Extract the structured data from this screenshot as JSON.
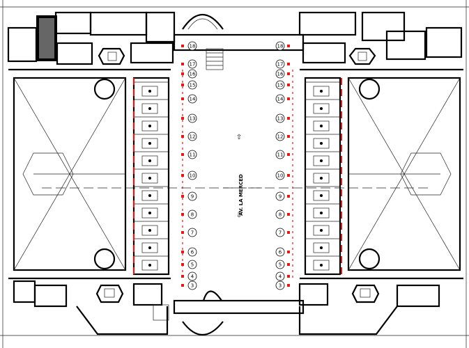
{
  "street_label": "AV. LA MERCED",
  "axis_numbers_left": [
    "18",
    "17",
    "16",
    "15",
    "14",
    "13",
    "12",
    "11",
    "10",
    "9",
    "8",
    "7",
    "6",
    "5",
    "4",
    "3"
  ],
  "axis_numbers_right": [
    "18",
    "17",
    "16",
    "15",
    "14",
    "13",
    "12",
    "11",
    "10",
    "9",
    "8",
    "7",
    "6",
    "5",
    "4",
    "3"
  ],
  "colors": {
    "line": "#000000",
    "accent": "#e01818",
    "background": "#ffffff"
  }
}
